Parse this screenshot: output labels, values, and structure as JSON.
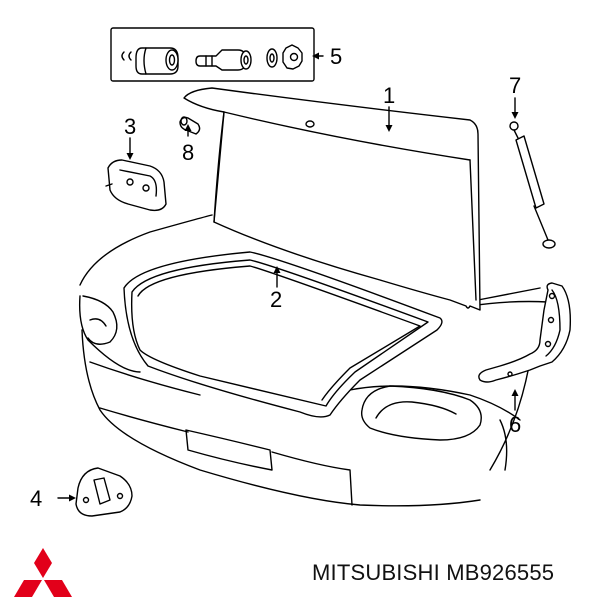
{
  "callouts": {
    "c1": "1",
    "c2": "2",
    "c3": "3",
    "c4": "4",
    "c5": "5",
    "c6": "6",
    "c7": "7",
    "c8": "8"
  },
  "footer": {
    "brand_text": "MITSUBISHI MB926555",
    "logo_color": "#e2001a"
  }
}
